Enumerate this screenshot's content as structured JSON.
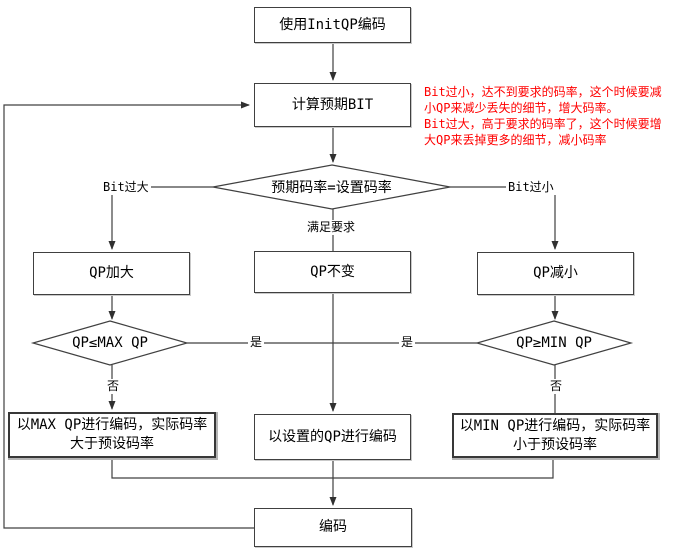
{
  "nodes": {
    "init_qp": {
      "label": "使用InitQP编码"
    },
    "calc_bit": {
      "label": "计算预期BIT"
    },
    "decision_rate": {
      "label": "预期码率=设置码率"
    },
    "qp_increase": {
      "label": "QP加大"
    },
    "qp_unchanged": {
      "label": "QP不变"
    },
    "qp_decrease": {
      "label": "QP减小"
    },
    "decision_max": {
      "label": "QP≤MAX QP"
    },
    "decision_min": {
      "label": "QP≥MIN QP"
    },
    "encode_max": {
      "label": "以MAX QP进行编码，实际码率大于预设码率"
    },
    "encode_set": {
      "label": "以设置的QP进行编码"
    },
    "encode_min": {
      "label": "以MIN QP进行编码，实际码率小于预设码率"
    },
    "encode": {
      "label": "编码"
    }
  },
  "edge_labels": {
    "bit_large": "Bit过大",
    "bit_small": "Bit过小",
    "meets_requirement": "满足要求",
    "yes_left": "是",
    "yes_right": "是",
    "no_left": "否",
    "no_right": "否"
  },
  "annotation": {
    "color": "#ff0000",
    "lines": [
      "Bit过小，达不到要求的码率，这个时候要减",
      "小QP来减少丢失的细节，增大码率。",
      "Bit过大，高于要求的码率了，这个时候要增",
      "大QP来丢掉更多的细节，减小码率"
    ]
  },
  "colors": {
    "line": "#404040",
    "box_border": "#404040",
    "background": "#ffffff"
  }
}
